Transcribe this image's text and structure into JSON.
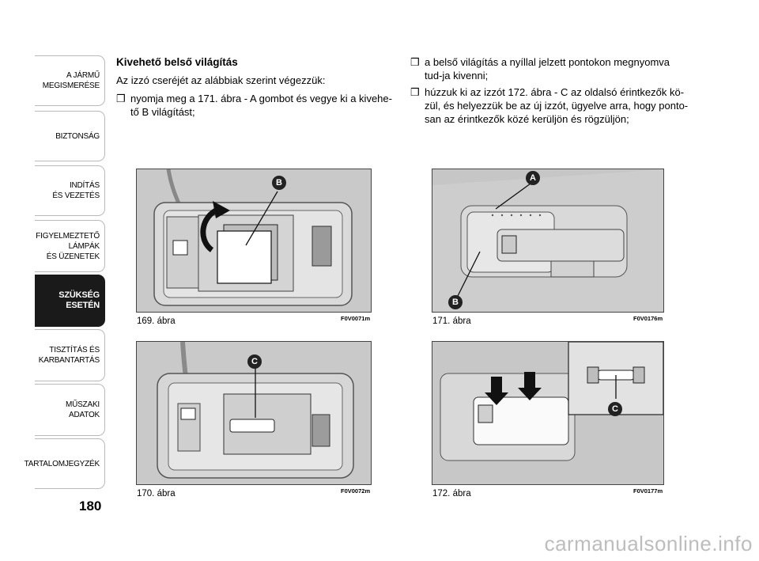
{
  "tabs": [
    {
      "label": "A JÁRMŰ\nMEGISMERÉSE",
      "active": false
    },
    {
      "label": "BIZTONSÁG",
      "active": false
    },
    {
      "label": "INDÍTÁS\nÉS VEZETÉS",
      "active": false
    },
    {
      "label": "FIGYELMEZTETŐ\nLÁMPÁK\nÉS ÜZENETEK",
      "active": false
    },
    {
      "label": "SZÜKSÉG\nESETÉN",
      "active": true
    },
    {
      "label": "TISZTÍTÁS ÉS\nKARBANTARTÁS",
      "active": false
    },
    {
      "label": "MŰSZAKI\nADATOK",
      "active": false
    },
    {
      "label": "TARTALOMJEGYZÉK",
      "active": false
    }
  ],
  "page_number": "180",
  "left_column": {
    "heading": "Kivehető belső világítás",
    "intro": "Az izzó cseréjét az alábbiak szerint végezzük:",
    "bullets": [
      "nyomja meg a 171. ábra - A gombot és vegye ki a kivehe-tő B világítást;"
    ]
  },
  "right_column": {
    "bullets": [
      "a belső világítás a nyíllal jelzett pontokon megnyomva tud-ja kivenni;",
      "húzzuk ki az izzót 172. ábra - C az oldalsó érintkezők kö-zül, és helyezzük be az új izzót, ügyelve arra, hogy ponto-san az érintkezők közé kerüljön és rögzüljön;"
    ]
  },
  "bullet_symbol": "❒",
  "figures": [
    {
      "caption": "169. ábra",
      "code": "F0V0071m",
      "label": "B"
    },
    {
      "caption": "170. ábra",
      "code": "F0V0072m",
      "label": "C"
    },
    {
      "caption": "171. ábra",
      "code": "F0V0176m",
      "labels": [
        "A",
        "B"
      ]
    },
    {
      "caption": "172. ábra",
      "code": "F0V0177m",
      "label": "C"
    }
  ],
  "watermark": "carmanualsonline.info"
}
